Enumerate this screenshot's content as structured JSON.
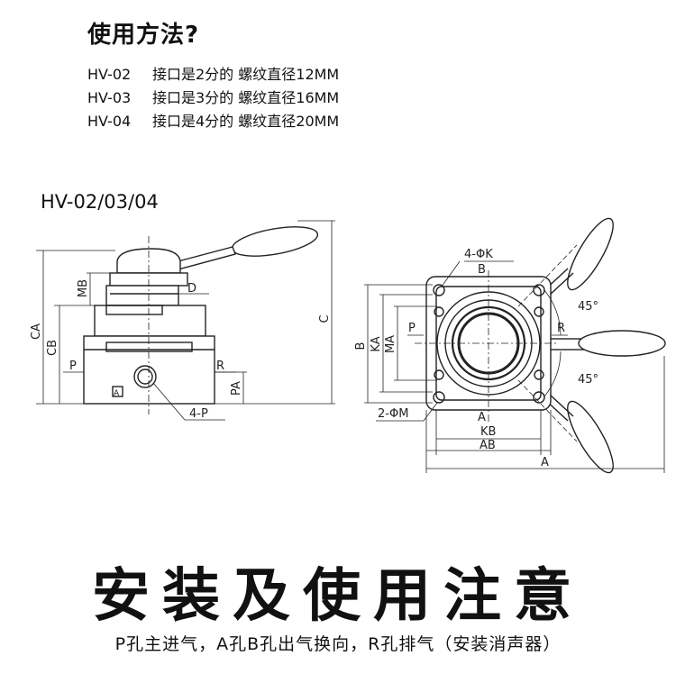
{
  "usage": {
    "title": "使用方法?",
    "specs": [
      {
        "model": "HV-02",
        "desc": "接口是2分的 螺纹直径12MM"
      },
      {
        "model": "HV-03",
        "desc": "接口是3分的 螺纹直径16MM"
      },
      {
        "model": "HV-04",
        "desc": "接口是4分的 螺纹直径20MM"
      }
    ]
  },
  "diagram": {
    "model_label": "HV-02/03/04",
    "side_view": {
      "labels": {
        "ca": "CA",
        "cb": "CB",
        "c": "C",
        "mb": "MB",
        "d": "D",
        "p": "P",
        "r": "R",
        "pa": "PA",
        "a": "A",
        "port": "4-P"
      }
    },
    "top_view": {
      "labels": {
        "k": "4-ΦK",
        "b_top": "B",
        "b_side": "B",
        "ka": "KA",
        "ma": "MA",
        "p": "P",
        "r": "R",
        "angle_top": "45°",
        "angle_bottom": "45°",
        "m": "2-ΦM",
        "a_bottom": "A",
        "kb": "KB",
        "ab": "AB",
        "a_total": "A"
      }
    }
  },
  "notes": {
    "heading": "安装及使用注意",
    "text": "P孔主进气，A孔B孔出气换向，R孔排气（安装消声器）"
  }
}
